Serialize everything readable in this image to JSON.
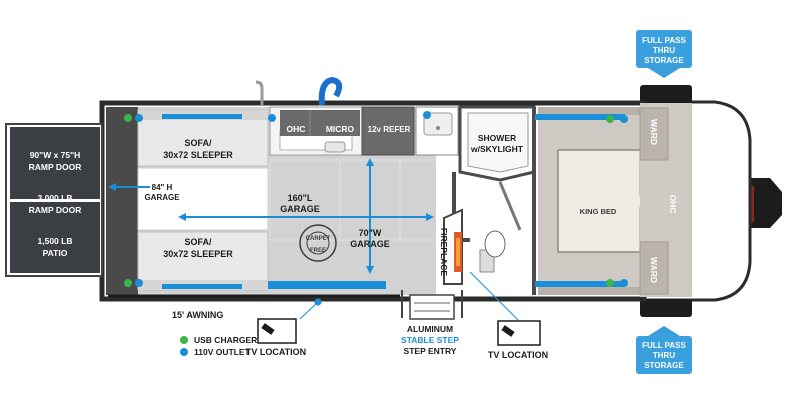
{
  "ramp": {
    "door_size": [
      "90\"W x 75\"H",
      "RAMP DOOR"
    ],
    "door_capacity": [
      "3,000 LB",
      "RAMP DOOR"
    ],
    "patio": [
      "1,500 LB",
      "PATIO"
    ]
  },
  "rooms": {
    "sofa_front": [
      "SOFA/",
      "30x72 SLEEPER"
    ],
    "sofa_rear": [
      "SOFA/",
      "30x72 SLEEPER"
    ],
    "garage_height": [
      "84\" H",
      "GARAGE"
    ],
    "garage_length": [
      "160\"L",
      "GARAGE"
    ],
    "garage_width": [
      "70\"W",
      "GARAGE"
    ],
    "ohc_galley": "OHC",
    "micro": "MICRO",
    "refer": "12v REFER",
    "shower": [
      "SHOWER",
      "w/SKYLIGHT"
    ],
    "fireplace": "FIREPLACE",
    "bed": "KING BED",
    "ward_top": "WARD",
    "ward_bottom": "WARD",
    "ohc_bedroom": "OHC"
  },
  "carpet_free": [
    "CARPET",
    "FREE"
  ],
  "awning": "15' AWNING",
  "legend": {
    "usb": "USB CHARGER",
    "outlet": "110V OUTLET"
  },
  "tv_location_left": "TV LOCATION",
  "tv_location_right": "TV LOCATION",
  "entry": [
    "ALUMINUM",
    "STABLE STEP",
    "STEP ENTRY"
  ],
  "storage_top": [
    "FULL PASS",
    "THRU",
    "STORAGE"
  ],
  "storage_bottom": [
    "FULL PASS",
    "THRU",
    "STORAGE"
  ],
  "colors": {
    "accent_blue": "#1a8fd8",
    "usb_green": "#39b54a",
    "ramp_dark": "#3b3f44",
    "wall_dark": "#4a4a4a",
    "floor_gray": "#d2d2d2",
    "sofa_light": "#e9e9e9",
    "bedroom_floor": "#cfc9c3",
    "badge_blue": "#3aa0dd"
  }
}
